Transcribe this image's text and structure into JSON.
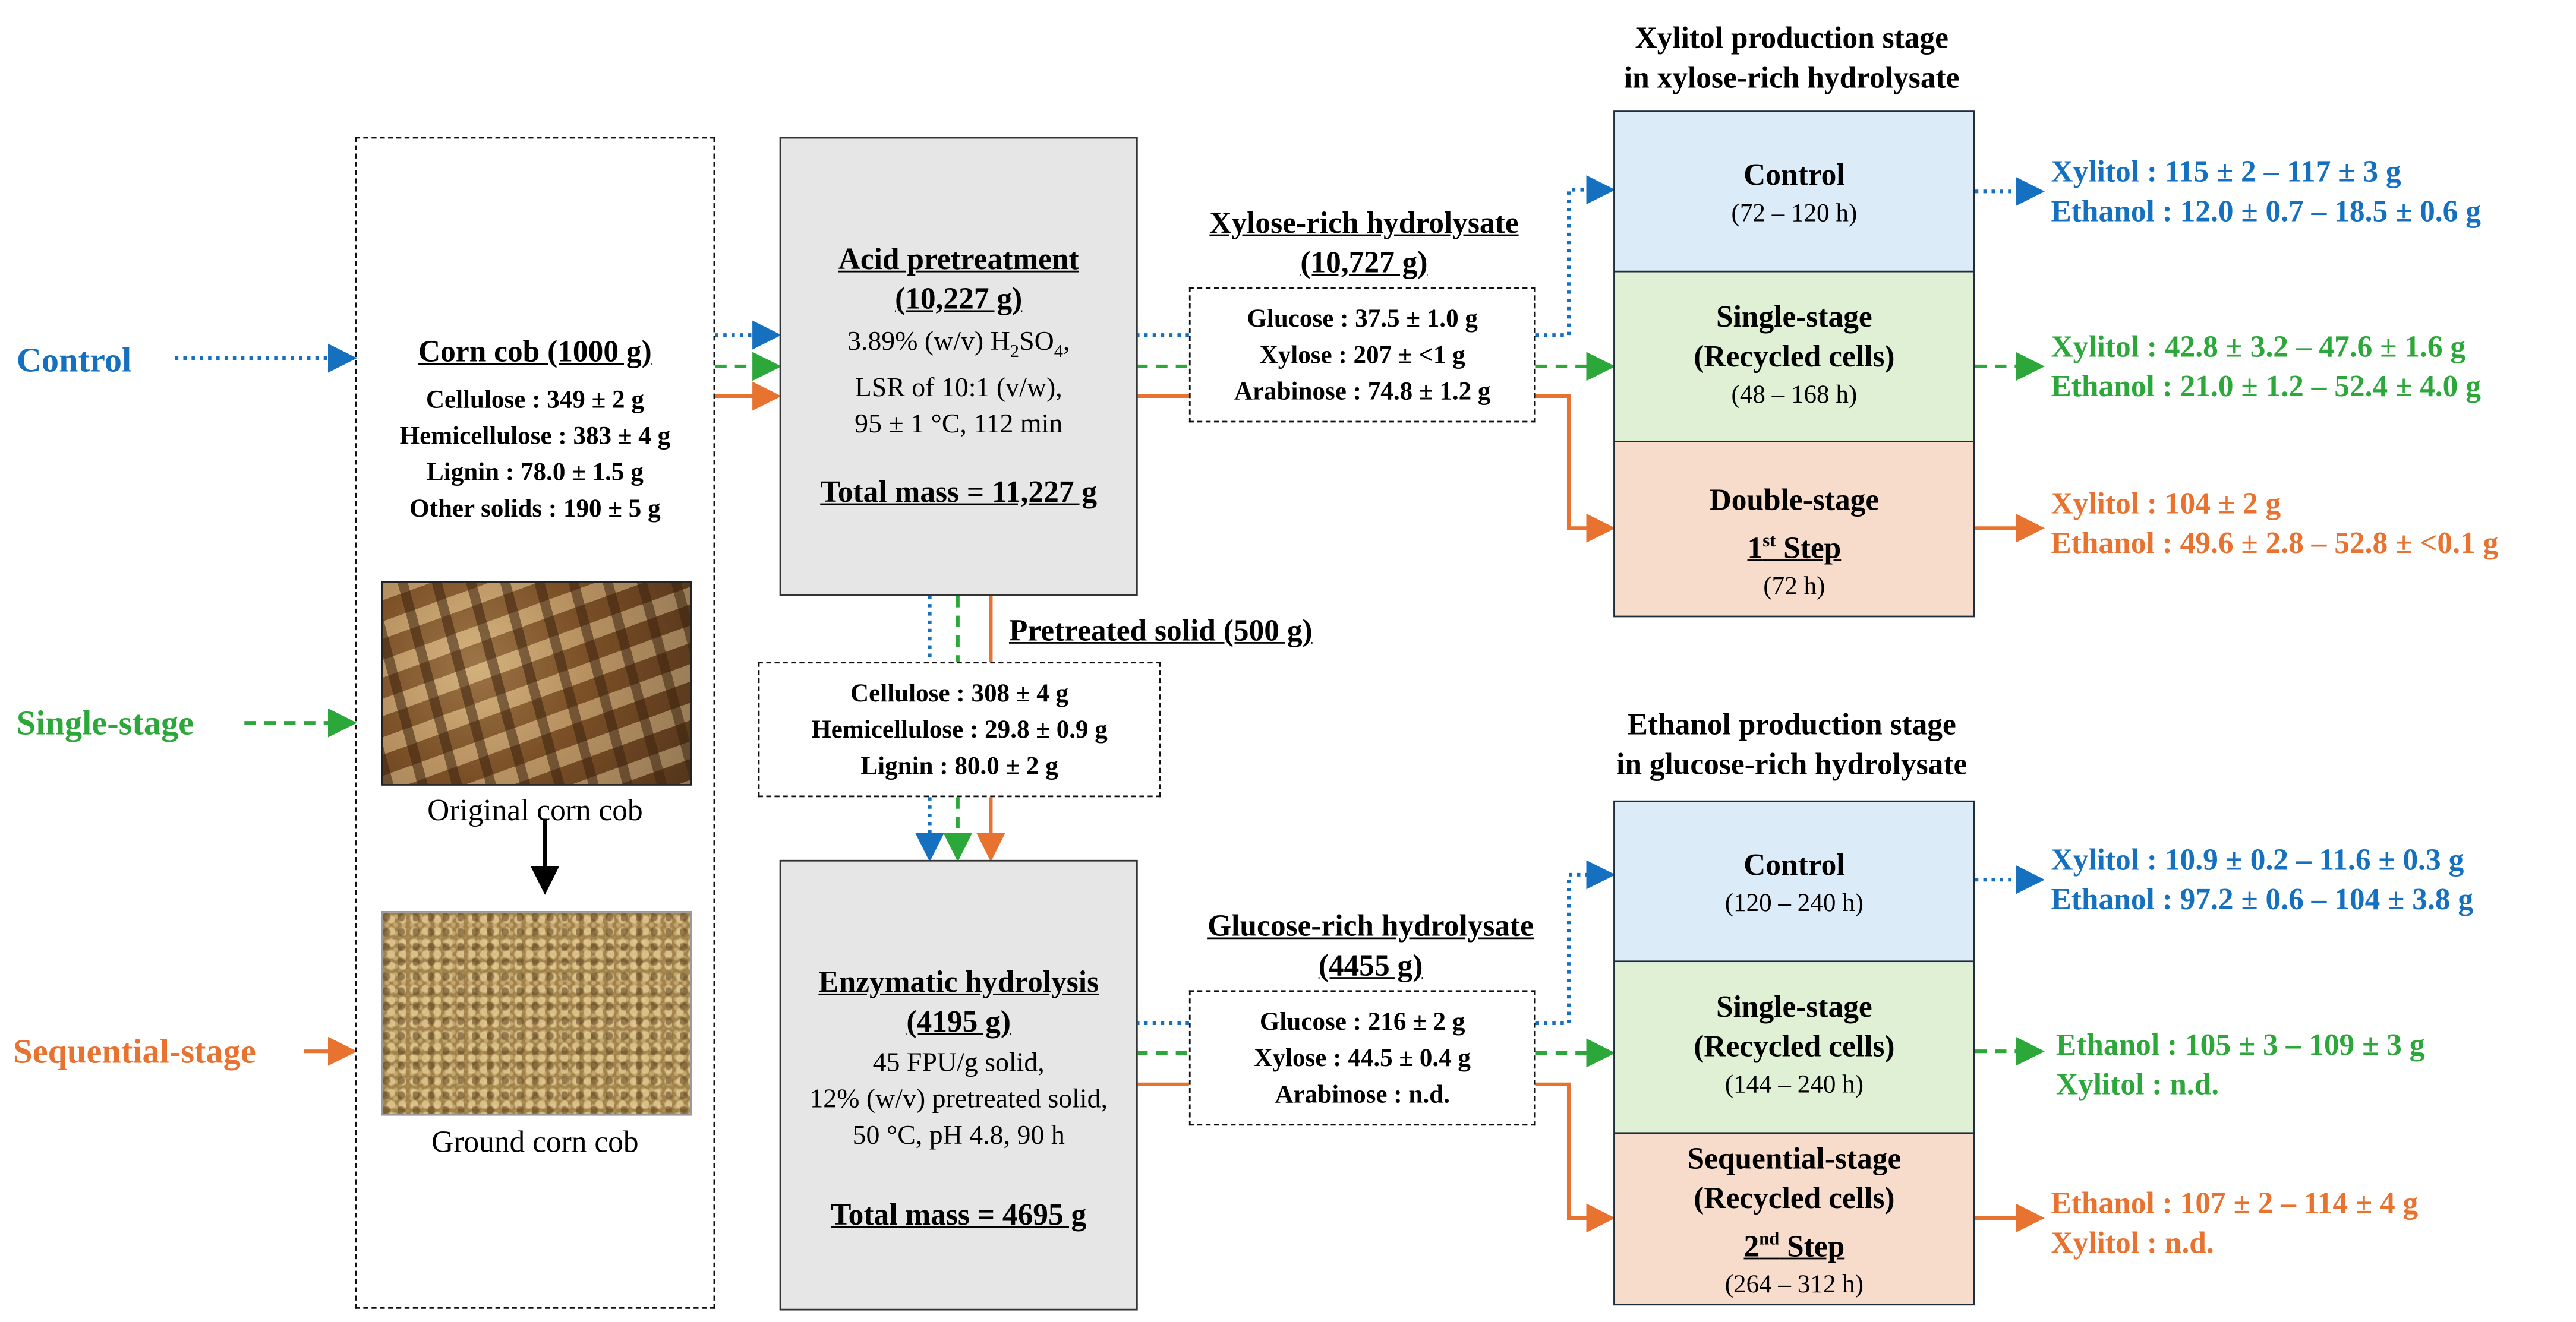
{
  "colors": {
    "control": "#1570c0",
    "single": "#2ca83a",
    "sequential": "#e8722f",
    "grayBox": "#e6e6e6",
    "blueBox": "#dcebf8",
    "greenBox": "#dff0d4",
    "peachBox": "#f8dccb"
  },
  "left_labels": {
    "control": "Control",
    "single": "Single-stage",
    "sequential": "Sequential-stage"
  },
  "corn": {
    "title": "Corn cob (1000 g)",
    "lines": [
      "Cellulose : 349 ± 2 g",
      "Hemicellulose : 383 ± 4 g",
      "Lignin : 78.0 ± 1.5 g",
      "Other solids : 190 ± 5 g"
    ],
    "img1_caption": "Original corn cob",
    "img2_caption": "Ground corn cob"
  },
  "acid": {
    "title1": "Acid pretreatment",
    "title2": "(10,227 g)",
    "l1_pre": "3.89% (w/v) H",
    "l1_sub": "2",
    "l1_mid": "SO",
    "l1_sub2": "4",
    "l1_post": ",",
    "l2": "LSR of 10:1 (v/w),",
    "l3": "95 ± 1 °C, 112 min",
    "total": "Total mass = 11,227 g"
  },
  "xyl_hyd": {
    "title1": "Xylose-rich hydrolysate",
    "title2": "(10,727 g)",
    "lines": [
      "Glucose : 37.5 ± 1.0 g",
      "Xylose : 207 ± <1 g",
      "Arabinose : 74.8 ± 1.2 g"
    ]
  },
  "pre_solid": {
    "title": "Pretreated solid (500 g)",
    "lines": [
      "Cellulose : 308 ± 4 g",
      "Hemicellulose : 29.8 ± 0.9 g",
      "Lignin : 80.0 ± 2 g"
    ]
  },
  "enz": {
    "title1": "Enzymatic hydrolysis",
    "title2": "(4195 g)",
    "l1": "45 FPU/g solid,",
    "l2": "12% (w/v) pretreated solid,",
    "l3": "50 °C, pH 4.8, 90 h",
    "total": "Total mass = 4695 g"
  },
  "glu_hyd": {
    "title1": "Glucose-rich hydrolysate",
    "title2": "(4455 g)",
    "lines": [
      "Glucose : 216 ± 2 g",
      "Xylose : 44.5 ± 0.4 g",
      "Arabinose : n.d."
    ]
  },
  "xyl_stage": {
    "title1": "Xylitol production stage",
    "title2": "in xylose-rich hydrolysate",
    "control": {
      "name": "Control",
      "time": "(72 – 120 h)"
    },
    "single": {
      "name1": "Single-stage",
      "name2": "(Recycled cells)",
      "time": "(48 – 168 h)"
    },
    "double": {
      "name1": "Double-stage",
      "step_num": "1",
      "step_sup": "st",
      "step_word": " Step",
      "time": "(72 h)"
    }
  },
  "eth_stage": {
    "title1": "Ethanol production stage",
    "title2": "in glucose-rich hydrolysate",
    "control": {
      "name": "Control",
      "time": "(120 – 240 h)"
    },
    "single": {
      "name1": "Single-stage",
      "name2": "(Recycled cells)",
      "time": "(144 – 240 h)"
    },
    "seq": {
      "name1": "Sequential-stage",
      "name2": "(Recycled cells)",
      "step_num": "2",
      "step_sup": "nd",
      "step_word": " Step",
      "time": "(264 – 312 h)"
    }
  },
  "outputs": {
    "xyl_control": [
      "Xylitol : 115 ± 2 – 117 ± 3 g",
      "Ethanol : 12.0 ± 0.7 – 18.5 ± 0.6 g"
    ],
    "xyl_single": [
      "Xylitol : 42.8 ± 3.2 – 47.6 ± 1.6 g",
      "Ethanol : 21.0 ± 1.2 – 52.4 ± 4.0 g"
    ],
    "xyl_double": [
      "Xylitol : 104 ± 2 g",
      "Ethanol : 49.6 ± 2.8 – 52.8 ± <0.1 g"
    ],
    "eth_control": [
      "Xylitol : 10.9 ± 0.2 – 11.6 ± 0.3 g",
      "Ethanol : 97.2 ± 0.6 – 104 ± 3.8 g"
    ],
    "eth_single": [
      "Ethanol : 105 ± 3 – 109 ± 3 g",
      "Xylitol : n.d."
    ],
    "eth_seq": [
      "Ethanol : 107 ± 2 – 114 ± 4 g",
      "Xylitol : n.d."
    ]
  }
}
